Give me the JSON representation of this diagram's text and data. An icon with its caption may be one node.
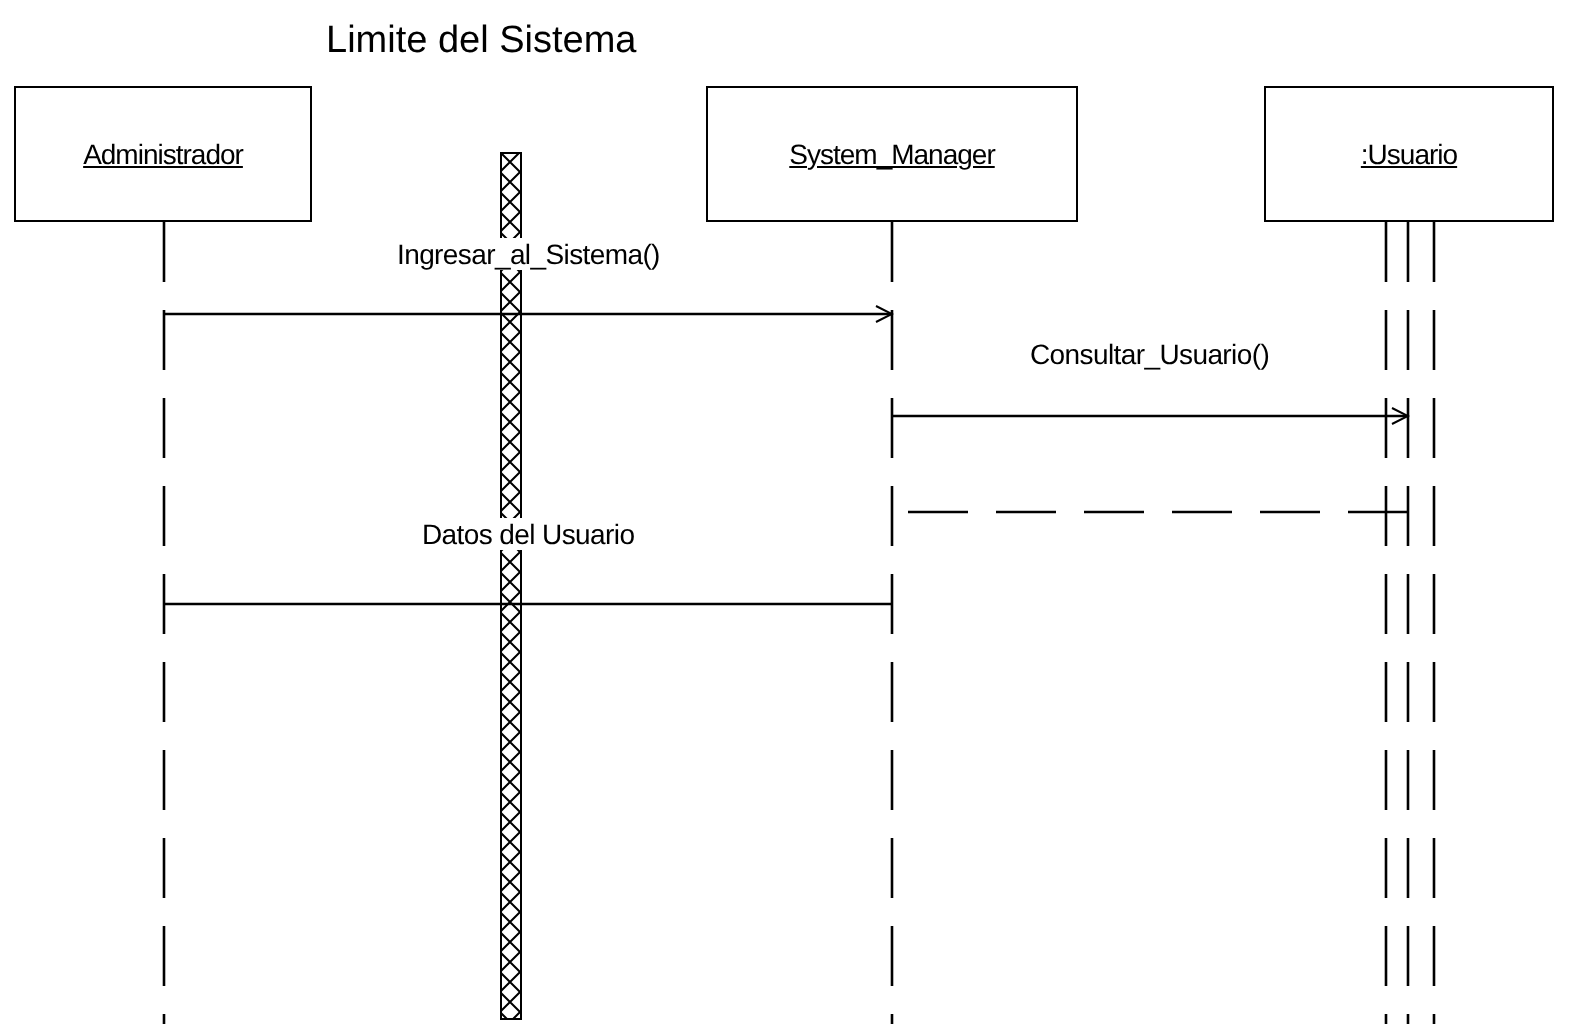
{
  "diagram": {
    "nodes": [
      {
        "text": [
          "Administrador"
        ]
      },
      {
        "text": [
          "Limite del Sistema"
        ]
      },
      {
        "text": [
          "System_Manager"
        ]
      },
      {
        "text": [
          ":Usuario"
        ]
      }
    ],
    "edges": [
      {
        "from": 0,
        "to": 2,
        "arrow": "to",
        "label": "Ingresar_al_Sistema()"
      },
      {
        "from": 2,
        "to": 3,
        "arrow": "to",
        "label": "Consultar_Usuario()"
      },
      {
        "from": 3,
        "to": 2,
        "arrow": "none",
        "style": "dashed"
      },
      {
        "from": 2,
        "to": 0,
        "arrow": "none",
        "label": "Datos del Usuario"
      }
    ]
  }
}
